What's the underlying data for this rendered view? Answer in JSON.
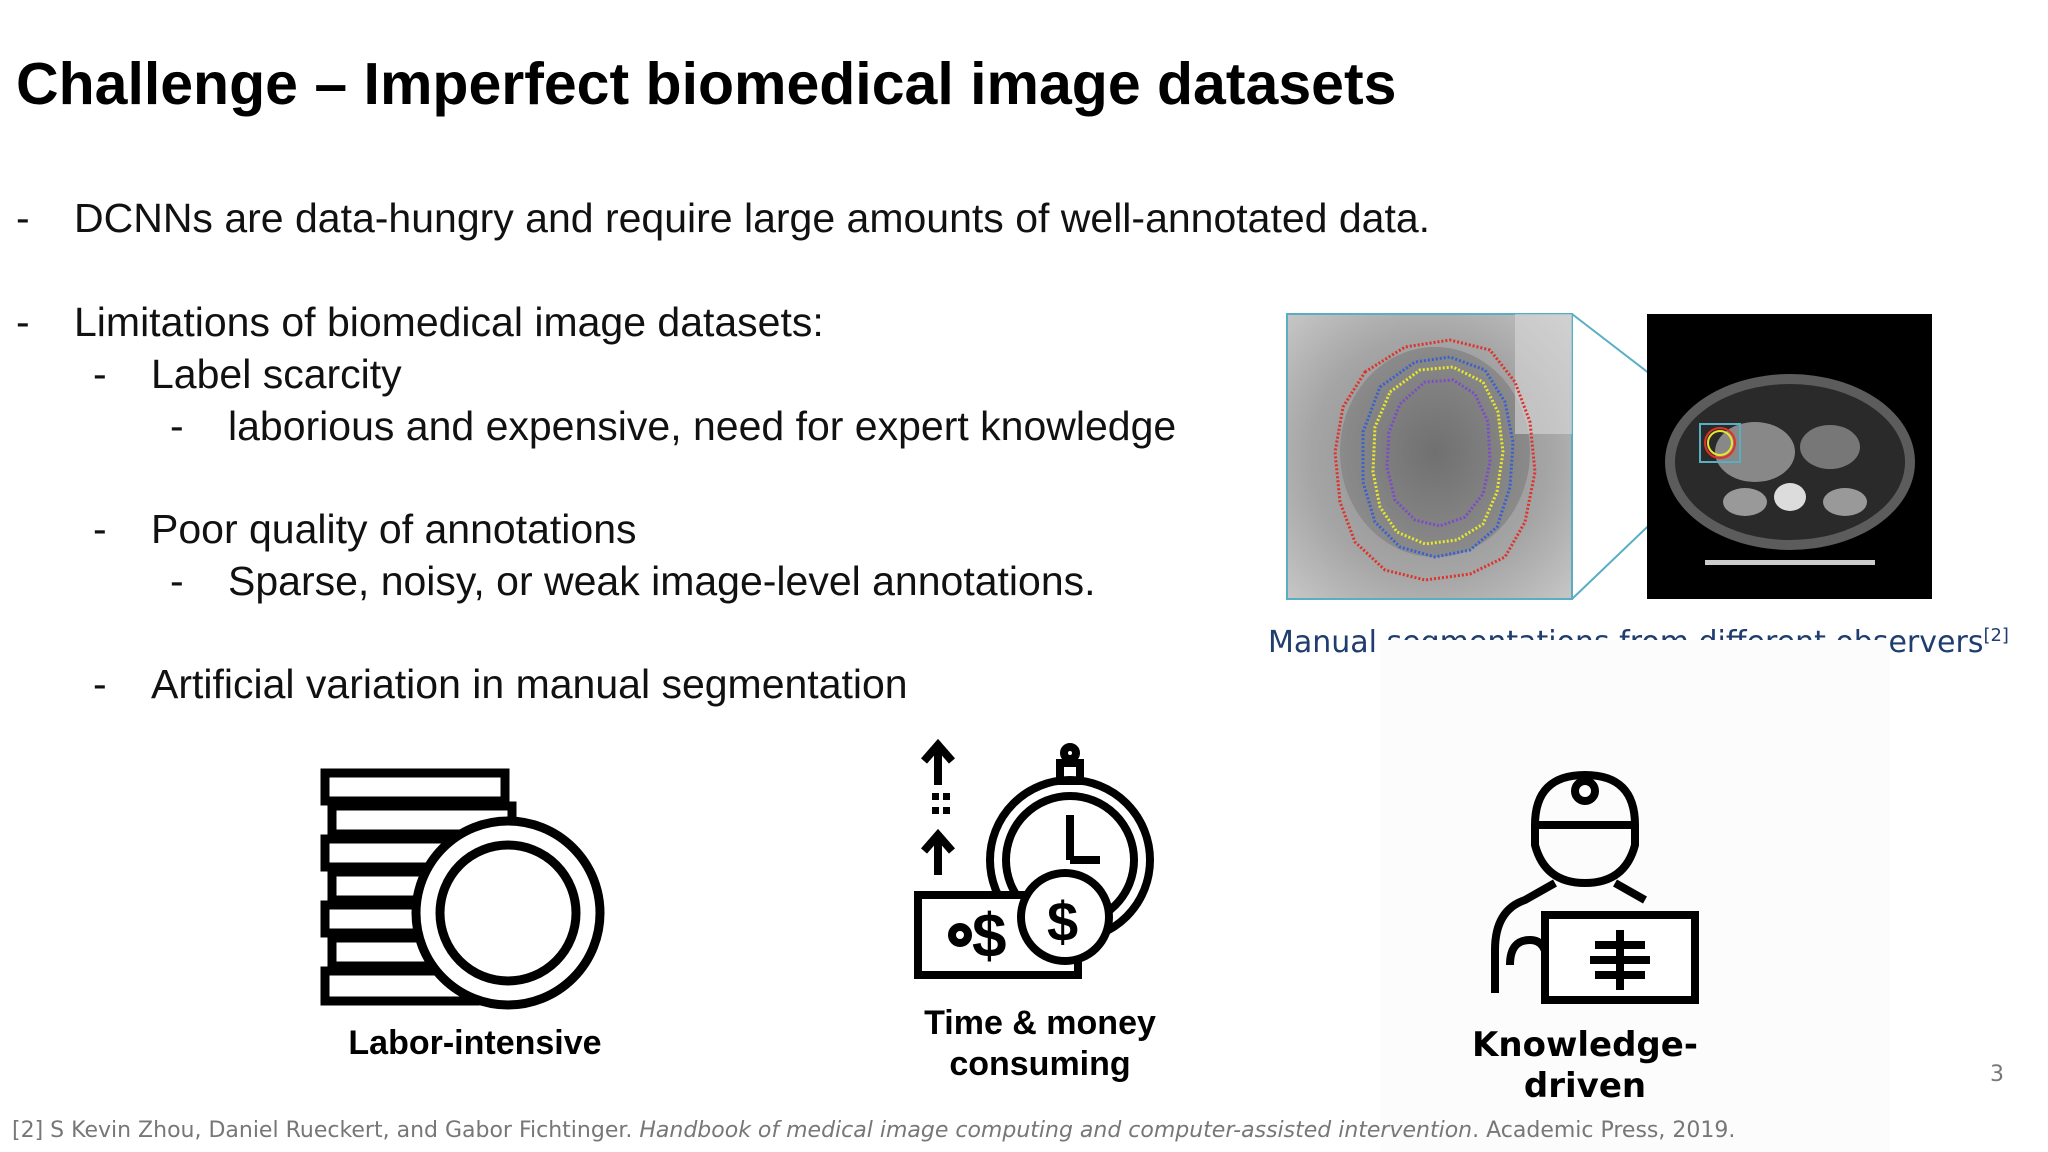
{
  "title": "Challenge – Imperfect biomedical image datasets",
  "bullets": {
    "b1": "DCNNs are data-hungry and require large amounts of well-annotated data.",
    "b2": "Limitations of biomedical image datasets:",
    "b2_1": "Label scarcity",
    "b2_1_1": "laborious and expensive, need for expert knowledge",
    "b2_2": "Poor quality of annotations",
    "b2_2_1": "Sparse, noisy, or weak image-level annotations.",
    "b2_3": "Artificial variation in manual segmentation",
    "dash": "-"
  },
  "figure": {
    "caption": "Manual segmentations from different observers",
    "caption_ref": "[2]"
  },
  "icons": [
    {
      "name": "coins-icon",
      "label": "Labor-intensive"
    },
    {
      "name": "time-money-icon",
      "label": "Time & money consuming"
    },
    {
      "name": "doctor-xray-icon",
      "label": "Knowledge-driven"
    }
  ],
  "page_number": "3",
  "footnote": {
    "prefix": "[2] S Kevin Zhou, Daniel Rueckert, and Gabor Fichtinger. ",
    "book": "Handbook of medical image computing and computer-assisted intervention",
    "suffix": ". Academic Press, 2019."
  },
  "colors": {
    "caption": "#1f3d6e",
    "contour_red": "#e0302a",
    "contour_yellow": "#e8e82a",
    "contour_blue": "#3a5fcf",
    "contour_purple": "#7a4cc9",
    "zoom_border": "#5aaec4"
  }
}
